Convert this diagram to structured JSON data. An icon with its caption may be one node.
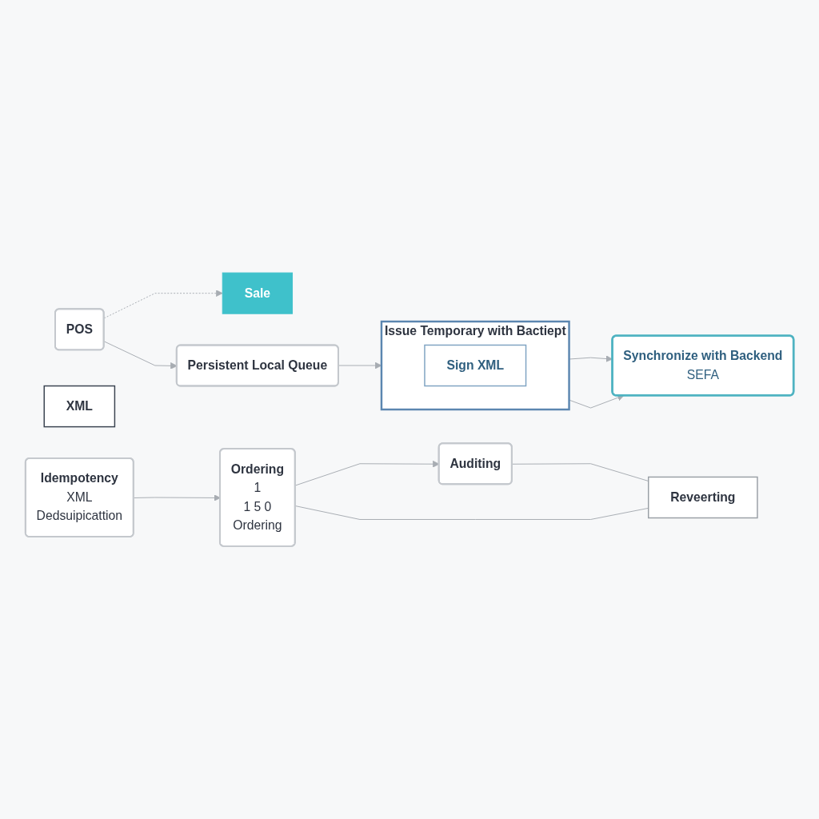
{
  "diagram": {
    "nodes": [
      {
        "text": [
          "POS"
        ]
      },
      {
        "text": [
          "Sale"
        ]
      },
      {
        "text": [
          "Persistent Local Queue"
        ]
      },
      {
        "text": [
          "XML"
        ]
      },
      {
        "text": [
          "Issue Temporary with Bactiept"
        ]
      },
      {
        "text": [
          "Sign XML"
        ],
        "in": 4
      },
      {
        "text": [
          "Synchronize with Backend",
          "SEFA"
        ]
      },
      {
        "text": [
          "Idempotency",
          "XML",
          "Dedsuipicattion"
        ]
      },
      {
        "text": [
          "Ordering",
          "1",
          "1 5 0",
          "Ordering"
        ]
      },
      {
        "text": [
          "Auditing"
        ]
      },
      {
        "text": [
          "Reveerting"
        ]
      }
    ],
    "edges": [
      {
        "from": 0,
        "to": 1,
        "arrow": "to",
        "style": "dashed"
      },
      {
        "from": 0,
        "to": 2,
        "arrow": "to"
      },
      {
        "from": 2,
        "to": 4,
        "arrow": "to"
      },
      {
        "from": 4,
        "to": 6,
        "arrow": "to"
      },
      {
        "from": 4,
        "to": 6,
        "arrow": "to"
      },
      {
        "from": 7,
        "to": 8,
        "arrow": "to"
      },
      {
        "from": 8,
        "to": 9,
        "arrow": "to"
      },
      {
        "from": 9,
        "to": 10,
        "arrow": "none"
      },
      {
        "from": 8,
        "to": 10,
        "arrow": "none"
      }
    ]
  }
}
